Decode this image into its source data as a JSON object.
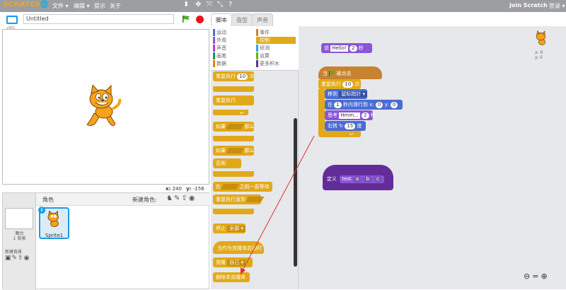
{
  "menubar": {
    "logo": "SCRATCH",
    "file": "文件 ▾",
    "edit": "编辑 ▾",
    "tips": "提示",
    "about": "关于",
    "join": "Join Scratch",
    "login": "登录 ▾"
  },
  "stage": {
    "version": "v461",
    "project_title": "Untitled",
    "x_label": "x:",
    "x_value": "240",
    "y_label": "y:",
    "y_value": "-156"
  },
  "sprites_panel": {
    "stage_label": "舞台",
    "stage_backdrops": "1 背景",
    "new_backdrop": "新建背景",
    "sprites_title": "角色",
    "new_sprite": "新建角色:",
    "sprite_name": "Sprite1"
  },
  "tabs": [
    "脚本",
    "造型",
    "声音"
  ],
  "categories": {
    "motion": "运动",
    "looks": "外观",
    "sound": "声音",
    "pen": "画笔",
    "data": "数据",
    "events": "事件",
    "control": "控制",
    "sensing": "侦测",
    "operators": "运算",
    "more": "更多积木"
  },
  "category_colors": {
    "motion": "#4a6cd4",
    "looks": "#8a55d7",
    "sound": "#bb42c3",
    "pen": "#0e9a6c",
    "data": "#ee7d16",
    "events": "#c88330",
    "control": "#e1a91a",
    "sensing": "#2ca5e2",
    "operators": "#5cb712",
    "more": "#632d99"
  },
  "palette": {
    "repeat": "重复执行",
    "repeat_count": "10",
    "repeat_unit": "次",
    "forever": "重复执行",
    "if": "如果",
    "then": "那么",
    "if2": "如果",
    "then2": "那么",
    "else": "否则",
    "wait_until_pre": "在",
    "wait_until_post": "之前一直等待",
    "repeat_until": "重复执行直到",
    "stop": "停止",
    "stop_option": "全部 ▾",
    "when_clone": "当作为克隆体启动时",
    "clone": "克隆",
    "clone_option": "自己 ▾",
    "delete_clone": "删除本克隆体"
  },
  "scripts": {
    "say_label": "说",
    "say_text": "Hello!",
    "say_secs": "2",
    "say_unit": "秒",
    "hat_pre": "当",
    "hat_post": "被点击",
    "repeat_label": "重复执行",
    "repeat_count": "10",
    "repeat_unit": "次",
    "goto_label": "移到",
    "goto_option": "鼠标指针 ▾",
    "glide_pre": "在",
    "glide_secs": "1",
    "glide_mid": "秒内滑行到 x:",
    "glide_x": "0",
    "glide_y_label": "y:",
    "glide_y": "0",
    "think_label": "思考",
    "think_text": "Hmm...",
    "think_secs": "2",
    "think_unit": "秒",
    "turn_label": "右转",
    "turn_degrees": "15",
    "turn_unit": "度",
    "define_label": "定义",
    "define_name": "test",
    "define_args": [
      "a",
      "b",
      "c"
    ]
  },
  "mini_sprite": {
    "x": "x: 0",
    "y": "y: 0"
  }
}
